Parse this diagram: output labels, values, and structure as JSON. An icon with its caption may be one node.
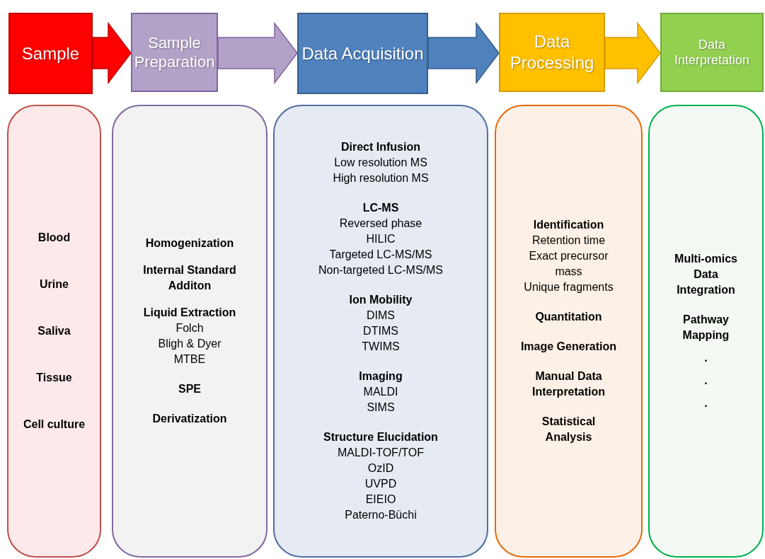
{
  "diagram": {
    "nodes": [
      {
        "text": [
          "Sample"
        ]
      },
      {
        "text": [
          "Sample Preparation"
        ]
      },
      {
        "text": [
          "Data Acquisition"
        ]
      },
      {
        "text": [
          "Data Processing"
        ]
      },
      {
        "text": [
          "Data Interpretation"
        ]
      },
      {
        "text": [
          "Blood",
          "Urine",
          "Saliva",
          "Tissue",
          "Cell culture"
        ]
      },
      {
        "text": [
          "Homogenization",
          "Internal Standard Additon",
          "Liquid Extraction",
          "Folch",
          "Bligh & Dyer",
          "MTBE",
          "SPE",
          "Derivatization"
        ]
      },
      {
        "text": [
          "Direct Infusion",
          "Low resolution MS",
          "High resolution MS",
          "LC-MS",
          "Reversed phase",
          "HILIC",
          "Targeted LC-MS/MS",
          "Non-targeted LC-MS/MS",
          "Ion Mobility",
          "DIMS",
          "DTIMS",
          "TWIMS",
          "Imaging",
          "MALDI",
          "SIMS",
          "Structure Elucidation",
          "MALDI-TOF/TOF",
          "OzID",
          "UVPD",
          "EIEIO",
          "Paterno-Büchi"
        ]
      },
      {
        "text": [
          "Identification",
          "Retention time",
          "Exact precursor mass",
          "Unique fragments",
          "Quantitation",
          "Image Generation",
          "Manual Data Interpretation",
          "Statistical Analysis"
        ]
      },
      {
        "text": [
          "Multi-omics Data Integration",
          "Pathway Mapping",
          ".",
          ".",
          "."
        ]
      }
    ],
    "edges": [
      {
        "from": 0,
        "to": 1,
        "arrow": "to",
        "style": "thick",
        "color": "#ff0000"
      },
      {
        "from": 1,
        "to": 2,
        "arrow": "to",
        "style": "thick",
        "color": "#b3a2c7"
      },
      {
        "from": 2,
        "to": 3,
        "arrow": "to",
        "style": "thick",
        "color": "#4f81bd"
      },
      {
        "from": 3,
        "to": 4,
        "arrow": "to",
        "style": "thick",
        "color": "#ffc000"
      }
    ]
  }
}
